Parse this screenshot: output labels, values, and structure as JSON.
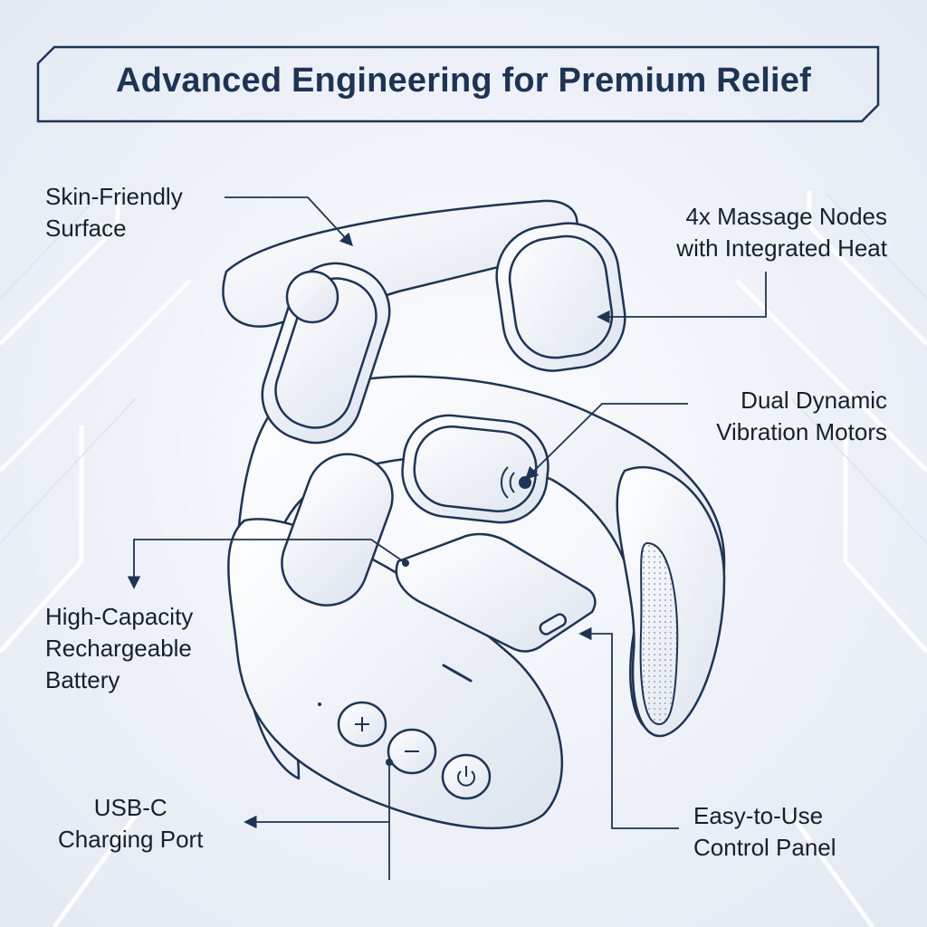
{
  "title": "Advanced Engineering for Premium Relief",
  "colors": {
    "ink": "#1d3456",
    "text": "#16202c",
    "background": "#eef2f8"
  },
  "labels": {
    "skin_surface": [
      "Skin-Friendly",
      "Surface"
    ],
    "massage_nodes": [
      "4x Massage Nodes",
      "with Integrated Heat"
    ],
    "vibration_motors": [
      "Dual Dynamic",
      "Vibration Motors"
    ],
    "battery": [
      "High-Capacity",
      "Rechargeable",
      "Battery"
    ],
    "usb_port": [
      "USB-C",
      "Charging Port"
    ],
    "control_panel": [
      "Easy-to-Use",
      "Control Panel"
    ]
  },
  "control_buttons": [
    "plus-icon",
    "minus-icon",
    "power-icon"
  ]
}
